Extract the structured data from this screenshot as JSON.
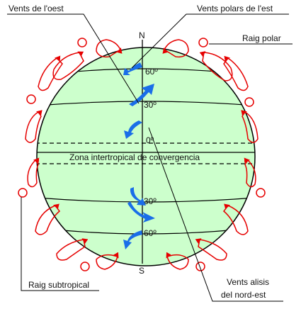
{
  "labels": {
    "westerlies": "Vents de l'oest",
    "polar_easterlies": "Vents polars de l'est",
    "polar_cell": "Raig polar",
    "subtropical_cell": "Raig subtropical",
    "trades_line1": "Vents alisis",
    "trades_line2": "del nord-est",
    "itcz": "Zona intertropical de convergencia"
  },
  "poles": {
    "north": "N",
    "south": "S"
  },
  "latitudes": {
    "n60": "60º",
    "n30": "30º",
    "equator": "0º",
    "s30": "30º",
    "s60": "60º"
  },
  "colors": {
    "globe_fill": "#ccffcc",
    "wind_arrow": "#1a6ee8",
    "cell_stroke": "#e60000",
    "line": "#000000"
  }
}
